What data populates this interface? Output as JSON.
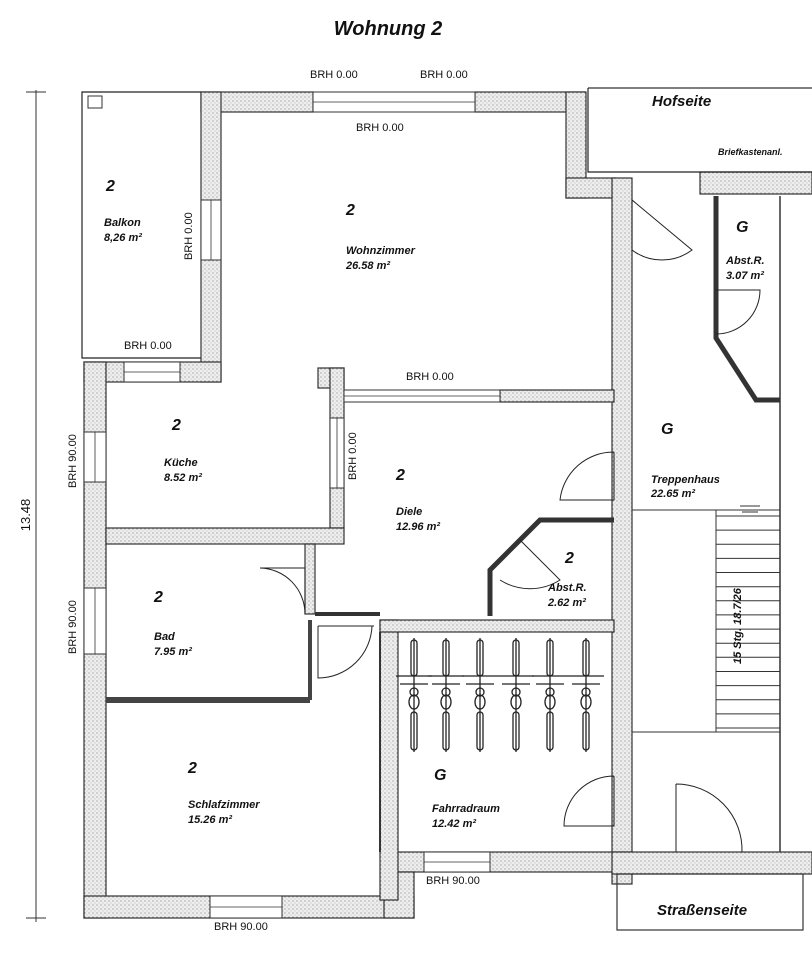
{
  "title": "Wohnung 2",
  "street_labels": {
    "yard_side": "Hofseite",
    "mailbox": "Briefkastenanl.",
    "street_side": "Straßenseite"
  },
  "dimension": "13.48",
  "rooms": {
    "balkon": {
      "zone": "2",
      "name": "Balkon",
      "area": "8,26 m²"
    },
    "wohnzimmer": {
      "zone": "2",
      "name": "Wohnzimmer",
      "area": "26.58 m²"
    },
    "kueche": {
      "zone": "2",
      "name": "Küche",
      "area": "8.52 m²"
    },
    "diele": {
      "zone": "2",
      "name": "Diele",
      "area": "12.96 m²"
    },
    "abstr_2": {
      "zone": "2",
      "name": "Abst.R.",
      "area": "2.62 m²"
    },
    "bad": {
      "zone": "2",
      "name": "Bad",
      "area": "7.95 m²"
    },
    "schlafzimmer": {
      "zone": "2",
      "name": "Schlafzimmer",
      "area": "15.26 m²"
    },
    "fahrradraum": {
      "zone": "G",
      "name": "Fahrradraum",
      "area": "12.42 m²"
    },
    "abstr_g": {
      "zone": "G",
      "name": "Abst.R.",
      "area": "3.07 m²"
    },
    "treppenhaus": {
      "zone": "G",
      "name": "Treppenhaus",
      "area": "22.65 m²"
    }
  },
  "stairs_label": "15 Stg. 18.7/26",
  "brh": {
    "top_left": "BRH 0.00",
    "top_right": "BRH 0.00",
    "wohn_top": "BRH 0.00",
    "balkon_side": "BRH 0.00",
    "balkon_bottom": "BRH 0.00",
    "wohn_bottom": "BRH 0.00",
    "kueche_right": "BRH 0.00",
    "kueche_left": "BRH 90.00",
    "bad_left": "BRH 90.00",
    "fahrrad_bottom": "BRH 90.00",
    "schlaf_bottom": "BRH 90.00"
  },
  "colors": {
    "wall_fill": "#e6e6e6",
    "line": "#222222"
  }
}
